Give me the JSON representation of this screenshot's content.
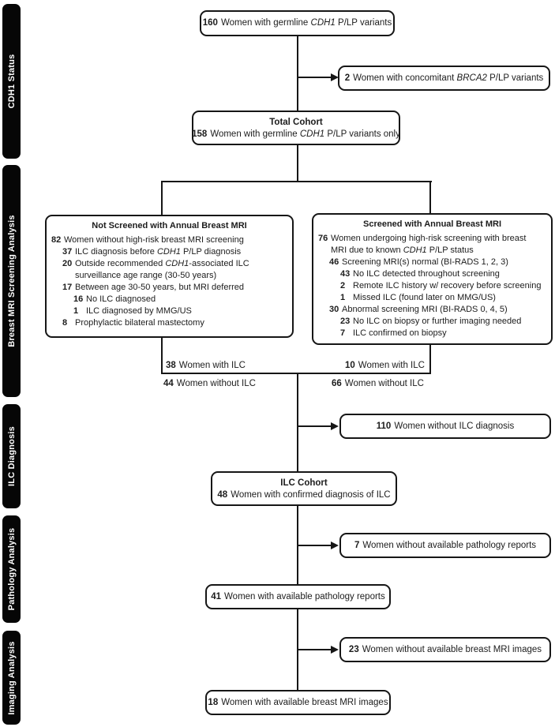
{
  "sidebar": {
    "sections": [
      {
        "label": "CDH1 Status"
      },
      {
        "label": "Breast MRI Screening Analysis"
      },
      {
        "label": "ILC Diagnosis"
      },
      {
        "label": "Pathology Analysis"
      },
      {
        "label": "Imaging Analysis"
      }
    ]
  },
  "boxes": {
    "cohort160": {
      "lines": [
        {
          "ind": 0,
          "num": "160",
          "parts": [
            [
              "Women with germline ",
              ""
            ],
            [
              "CDH1",
              "i"
            ],
            [
              " P/LP variants",
              ""
            ]
          ]
        }
      ]
    },
    "brca2": {
      "lines": [
        {
          "ind": 0,
          "num": "2",
          "parts": [
            [
              "Women with concomitant ",
              ""
            ],
            [
              "BRCA2",
              "i"
            ],
            [
              " P/LP variants",
              ""
            ]
          ]
        }
      ]
    },
    "total": {
      "title": "Total Cohort",
      "lines": [
        {
          "ind": 0,
          "num": "158",
          "parts": [
            [
              "Women with germline ",
              ""
            ],
            [
              "CDH1",
              "i"
            ],
            [
              " P/LP variants only",
              ""
            ]
          ]
        }
      ]
    },
    "notScreened": {
      "title": "Not Screened with Annual Breast MRI",
      "lines": [
        {
          "ind": 0,
          "num": "82",
          "parts": [
            [
              "Women without high-risk breast MRI screening",
              ""
            ]
          ]
        },
        {
          "ind": 1,
          "num": "37",
          "parts": [
            [
              "ILC diagnosis before ",
              ""
            ],
            [
              "CDH1",
              "i"
            ],
            [
              " P/LP diagnosis",
              ""
            ]
          ]
        },
        {
          "ind": 1,
          "num": "20",
          "parts": [
            [
              "Outside recommended ",
              ""
            ],
            [
              "CDH1",
              "i"
            ],
            [
              "-associated ILC",
              ""
            ]
          ]
        },
        {
          "ind": 1,
          "num": "",
          "parts": [
            [
              "surveillance age range (30-50 years)",
              ""
            ]
          ]
        },
        {
          "ind": 1,
          "num": "17",
          "parts": [
            [
              "Between age 30-50 years, but MRI deferred",
              ""
            ]
          ]
        },
        {
          "ind": 2,
          "num": "16",
          "parts": [
            [
              "No ILC diagnosed",
              ""
            ]
          ]
        },
        {
          "ind": 2,
          "num": "1",
          "parts": [
            [
              "ILC diagnosed by MMG/US",
              ""
            ]
          ]
        },
        {
          "ind": 1,
          "num": "8",
          "parts": [
            [
              "Prophylactic bilateral mastectomy",
              ""
            ]
          ]
        }
      ]
    },
    "screened": {
      "title": "Screened with Annual Breast MRI",
      "lines": [
        {
          "ind": 0,
          "num": "76",
          "parts": [
            [
              "Women undergoing high-risk screening with breast",
              ""
            ]
          ]
        },
        {
          "ind": 0,
          "num": "",
          "parts": [
            [
              "MRI due to known ",
              ""
            ],
            [
              "CDH1",
              "i"
            ],
            [
              " P/LP status",
              ""
            ]
          ]
        },
        {
          "ind": 1,
          "num": "46",
          "parts": [
            [
              "Screening MRI(s) normal (BI-RADS 1, 2, 3)",
              ""
            ]
          ]
        },
        {
          "ind": 2,
          "num": "43",
          "parts": [
            [
              "No ILC detected throughout screening",
              ""
            ]
          ]
        },
        {
          "ind": 2,
          "num": "2",
          "parts": [
            [
              "Remote ILC history w/ recovery before screening",
              ""
            ]
          ]
        },
        {
          "ind": 2,
          "num": "1",
          "parts": [
            [
              "Missed ILC (found later on MMG/US)",
              ""
            ]
          ]
        },
        {
          "ind": 1,
          "num": "30",
          "parts": [
            [
              "Abnormal screening MRI (BI-RADS 0, 4, 5)",
              ""
            ]
          ]
        },
        {
          "ind": 2,
          "num": "23",
          "parts": [
            [
              "No ILC on biopsy or further imaging needed",
              ""
            ]
          ]
        },
        {
          "ind": 2,
          "num": "7",
          "parts": [
            [
              "ILC confirmed on biopsy",
              ""
            ]
          ]
        }
      ]
    },
    "noIlc110": {
      "lines": [
        {
          "ind": 0,
          "num": "110",
          "parts": [
            [
              "Women without ILC diagnosis",
              ""
            ]
          ]
        }
      ]
    },
    "ilcCohort": {
      "title": "ILC Cohort",
      "lines": [
        {
          "ind": 0,
          "num": "48",
          "parts": [
            [
              "Women with confirmed diagnosis of ILC",
              ""
            ]
          ]
        }
      ]
    },
    "noPath7": {
      "lines": [
        {
          "ind": 0,
          "num": "7",
          "parts": [
            [
              "Women without available pathology reports",
              ""
            ]
          ]
        }
      ]
    },
    "path41": {
      "lines": [
        {
          "ind": 0,
          "num": "41",
          "parts": [
            [
              "Women with available pathology reports",
              ""
            ]
          ]
        }
      ]
    },
    "noImg23": {
      "lines": [
        {
          "ind": 0,
          "num": "23",
          "parts": [
            [
              "Women without available breast MRI images",
              ""
            ]
          ]
        }
      ]
    },
    "img18": {
      "lines": [
        {
          "ind": 0,
          "num": "18",
          "parts": [
            [
              "Women with available breast MRI images",
              ""
            ]
          ]
        }
      ]
    }
  },
  "labels": {
    "withIlcLeft": {
      "lines": [
        {
          "ind": 0,
          "num": "38",
          "parts": [
            [
              "Women with ILC",
              ""
            ]
          ]
        }
      ]
    },
    "withIlcRight": {
      "lines": [
        {
          "ind": 0,
          "num": "10",
          "parts": [
            [
              "Women with ILC",
              ""
            ]
          ]
        }
      ]
    },
    "withoutIlcLeft": {
      "lines": [
        {
          "ind": 0,
          "num": "44",
          "parts": [
            [
              "Women without ILC",
              ""
            ]
          ]
        }
      ]
    },
    "withoutIlcRight": {
      "lines": [
        {
          "ind": 0,
          "num": "66",
          "parts": [
            [
              "Women without ILC",
              ""
            ]
          ]
        }
      ]
    }
  },
  "colors": {
    "ink": "#161616",
    "bar_bg": "#060606",
    "bar_text": "#ffffff",
    "page_bg": "#ffffff"
  }
}
